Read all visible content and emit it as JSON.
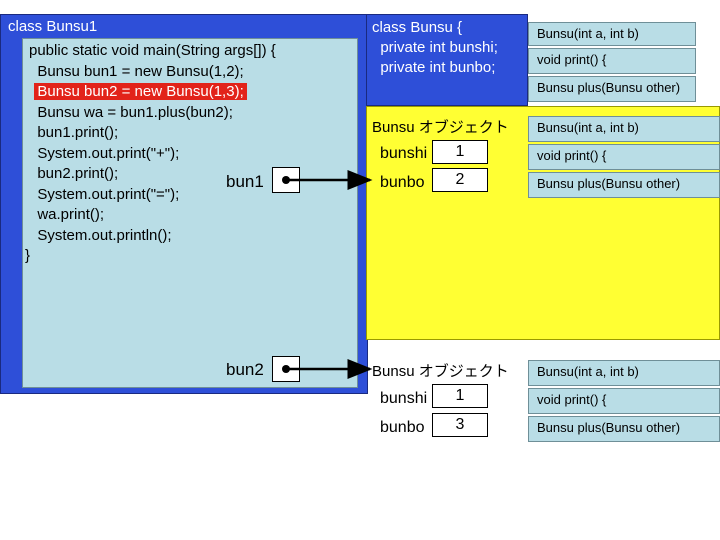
{
  "main_class": {
    "title": "class Bunsu1",
    "code_lines": [
      "public static void main(String args[]) {",
      "  Bunsu bun1 = new Bunsu(1,2);",
      "  Bunsu bun2 = new Bunsu(1,3);",
      "  Bunsu wa = bun1.plus(bun2);",
      "  bun1.print();",
      "  System.out.print(\"+\");",
      "  bun2.print();",
      "  System.out.print(\"=\");",
      "  wa.print();",
      "  System.out.println();",
      "}"
    ],
    "highlight_line_index": 2,
    "highlight_color": "#e2231a"
  },
  "class_def": {
    "lines": [
      "class Bunsu {",
      "  private int bunshi;",
      "  private int bunbo;"
    ]
  },
  "methods": [
    "Bunsu(int a, int b)",
    "void print() {",
    "Bunsu plus(Bunsu other)"
  ],
  "objects": [
    {
      "title": "Bunsu オブジェクト",
      "bunshi_label": "bunshi",
      "bunshi_value": "1",
      "bunbo_label": "bunbo",
      "bunbo_value": "2"
    },
    {
      "title": "Bunsu オブジェクト",
      "bunshi_label": "bunshi",
      "bunshi_value": "1",
      "bunbo_label": "bunbo",
      "bunbo_value": "3"
    }
  ],
  "references": [
    {
      "label": "bun1"
    },
    {
      "label": "bun2"
    }
  ],
  "colors": {
    "class_blue": "#2e4fd8",
    "method_cyan": "#b9dde6",
    "object_yellow": "#ffff33"
  }
}
